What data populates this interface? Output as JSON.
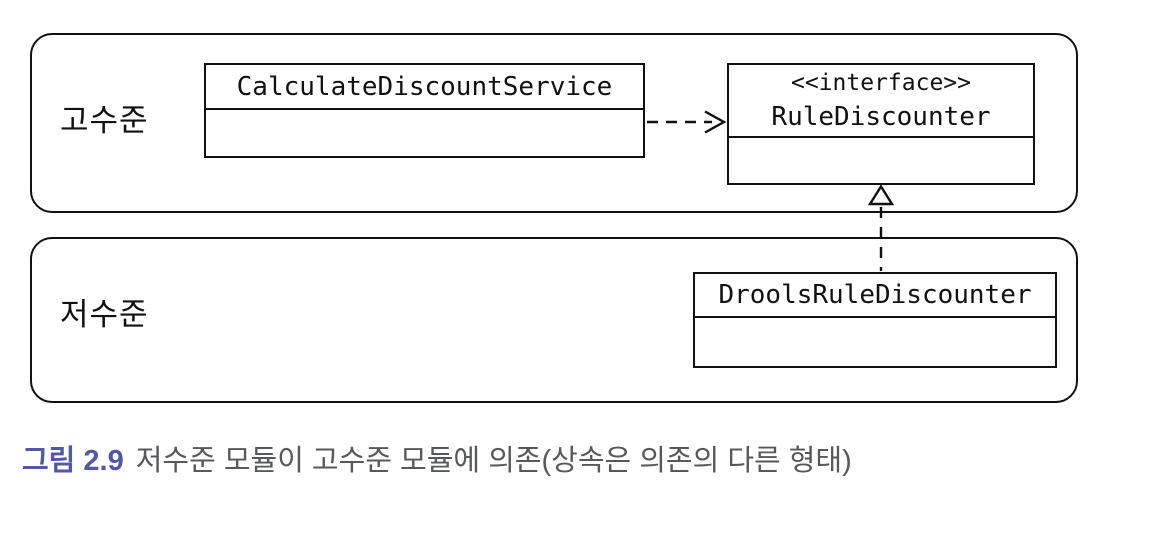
{
  "diagram": {
    "high_band": {
      "label": "고수준"
    },
    "low_band": {
      "label": "저수준"
    },
    "calc_service": {
      "name": "CalculateDiscountService"
    },
    "rule_discounter": {
      "stereotype": "<<interface>>",
      "name": "RuleDiscounter"
    },
    "drools": {
      "name": "DroolsRuleDiscounter"
    },
    "relationships": [
      {
        "type": "dependency",
        "style": "dashed-open-arrow",
        "from": "CalculateDiscountService",
        "to": "RuleDiscounter"
      },
      {
        "type": "realization",
        "style": "dashed-hollow-triangle",
        "from": "DroolsRuleDiscounter",
        "to": "RuleDiscounter"
      }
    ]
  },
  "caption": {
    "label": "그림 2.9",
    "text": "저수준 모듈이 고수준 모듈에 의존(상속은 의존의 다른 형태)"
  },
  "colors": {
    "line": "#111111",
    "caption_label": "#5457a5",
    "caption_text": "#57585a",
    "background": "#ffffff"
  }
}
